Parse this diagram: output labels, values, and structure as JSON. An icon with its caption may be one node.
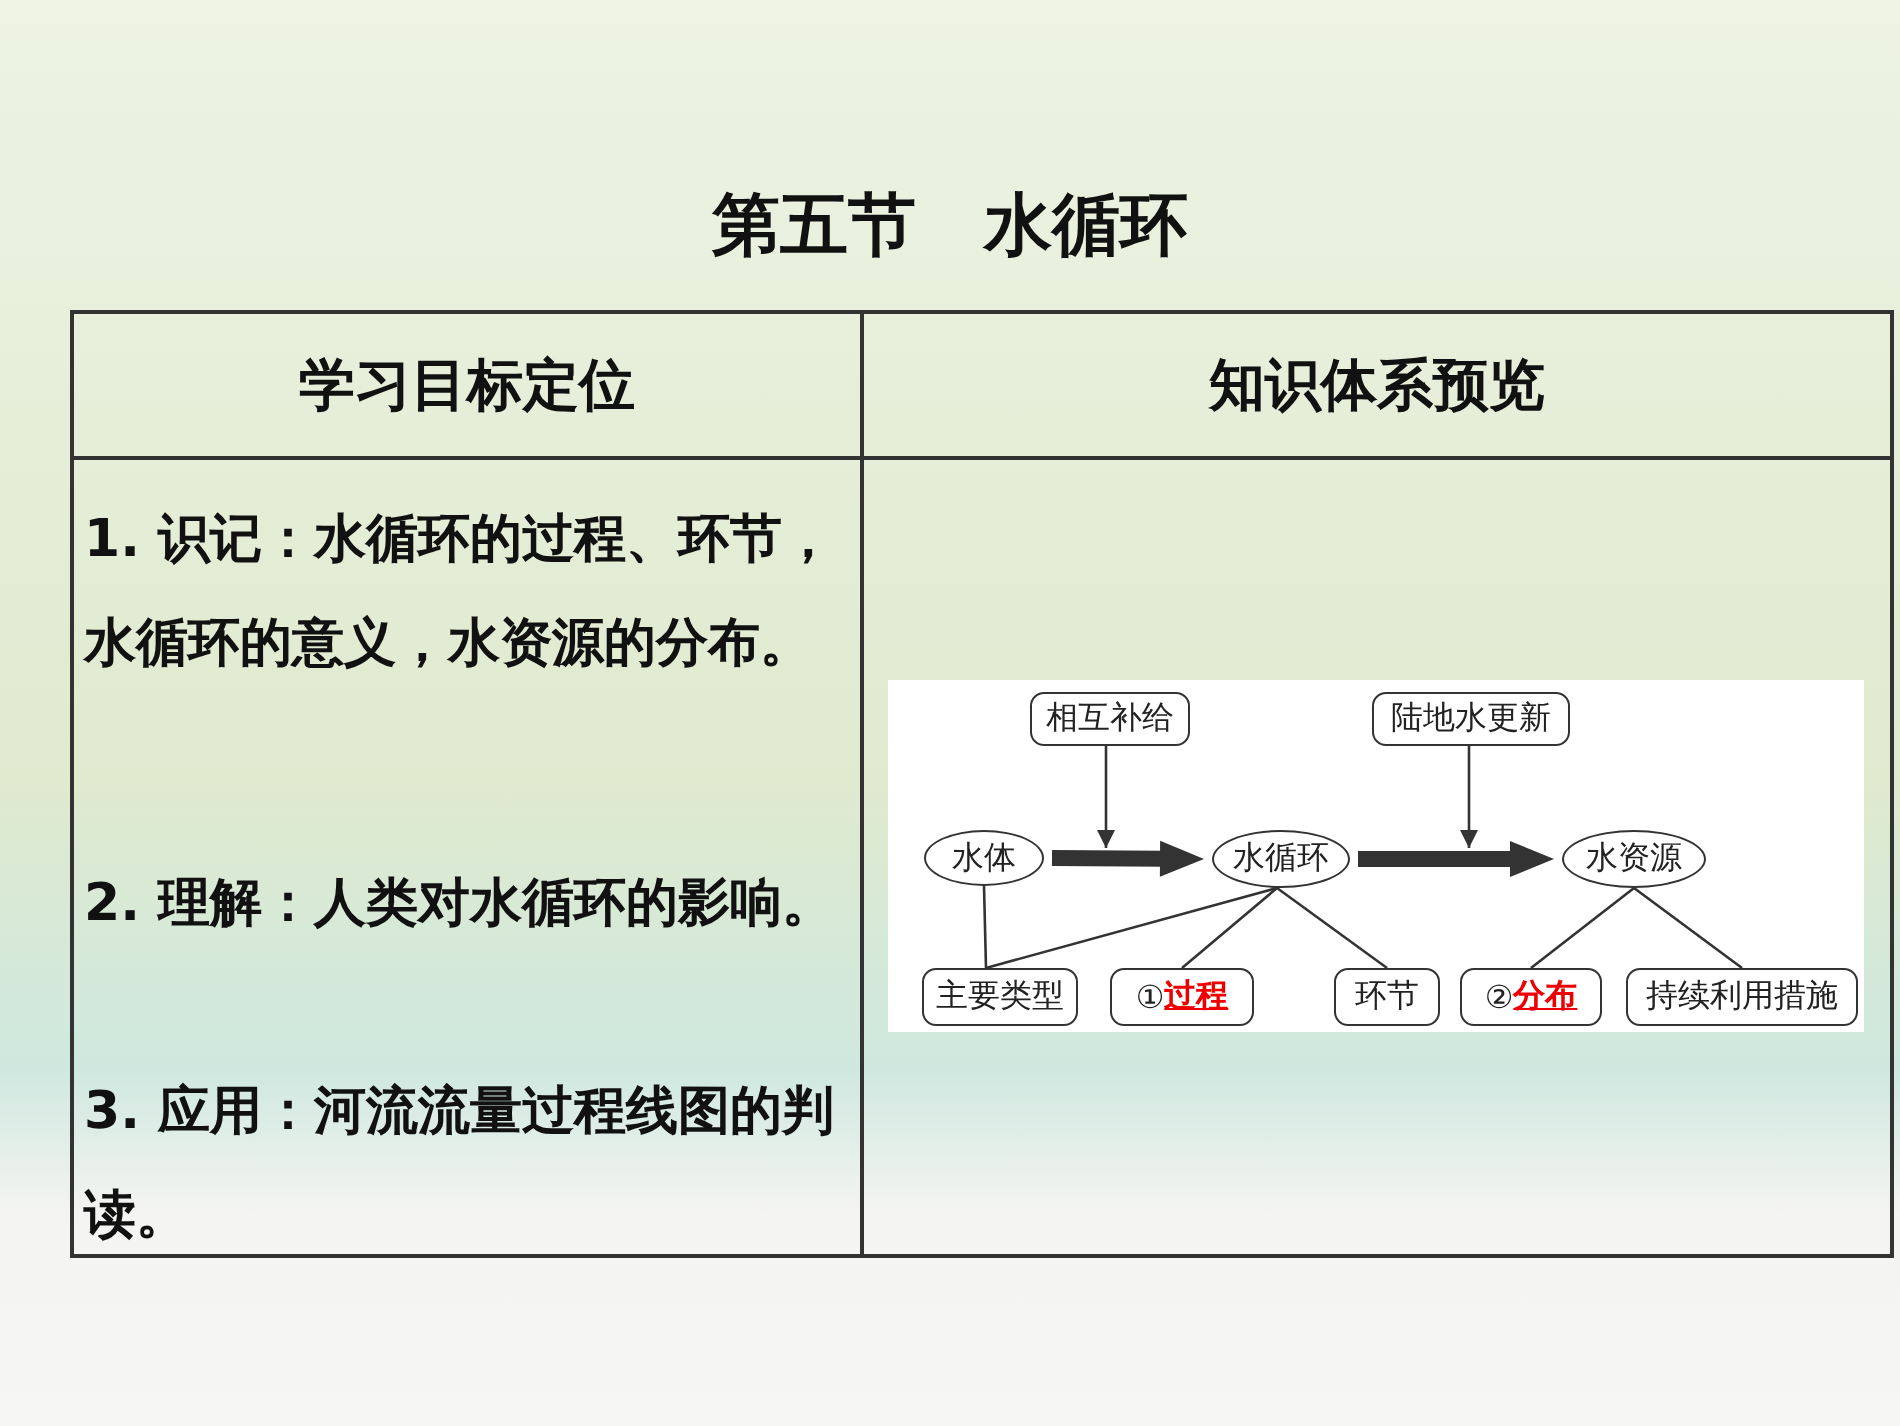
{
  "diagram": {
    "title": "第五节　水循环",
    "nodes": [
      {
        "text": [
          "相互补给"
        ]
      },
      {
        "text": [
          "陆地水更新"
        ]
      },
      {
        "text": [
          "水体"
        ]
      },
      {
        "text": [
          "水循环"
        ]
      },
      {
        "text": [
          "水资源"
        ]
      },
      {
        "text": [
          "主要类型"
        ]
      },
      {
        "text": [
          "①**过程**"
        ]
      },
      {
        "text": [
          "环节"
        ]
      },
      {
        "text": [
          "②**分布**"
        ]
      },
      {
        "text": [
          "持续利用措施"
        ]
      }
    ],
    "edges": [
      {
        "from": 2,
        "to": 3,
        "arrow": "to",
        "style": "thick"
      },
      {
        "from": 0,
        "to": null,
        "arrow": "to"
      },
      {
        "from": 3,
        "to": 4,
        "arrow": "to",
        "style": "thick"
      },
      {
        "from": 1,
        "to": null,
        "arrow": "to"
      },
      {
        "from": 2,
        "to": 5,
        "arrow": "none"
      },
      {
        "from": 3,
        "to": 5,
        "arrow": "none"
      },
      {
        "from": 3,
        "to": 6,
        "arrow": "none"
      },
      {
        "from": 3,
        "to": 7,
        "arrow": "none"
      },
      {
        "from": 4,
        "to": 8,
        "arrow": "none"
      },
      {
        "from": 4,
        "to": 9,
        "arrow": "none"
      }
    ],
    "labels": [
      "学习目标定位",
      "知识体系预览",
      "1. 识记：水循环的过程、环节，水循环的意义，水资源的分布。",
      "2. 理解：人类对水循环的影响。",
      "3. 应用：河流流量过程线图的判读。"
    ]
  }
}
